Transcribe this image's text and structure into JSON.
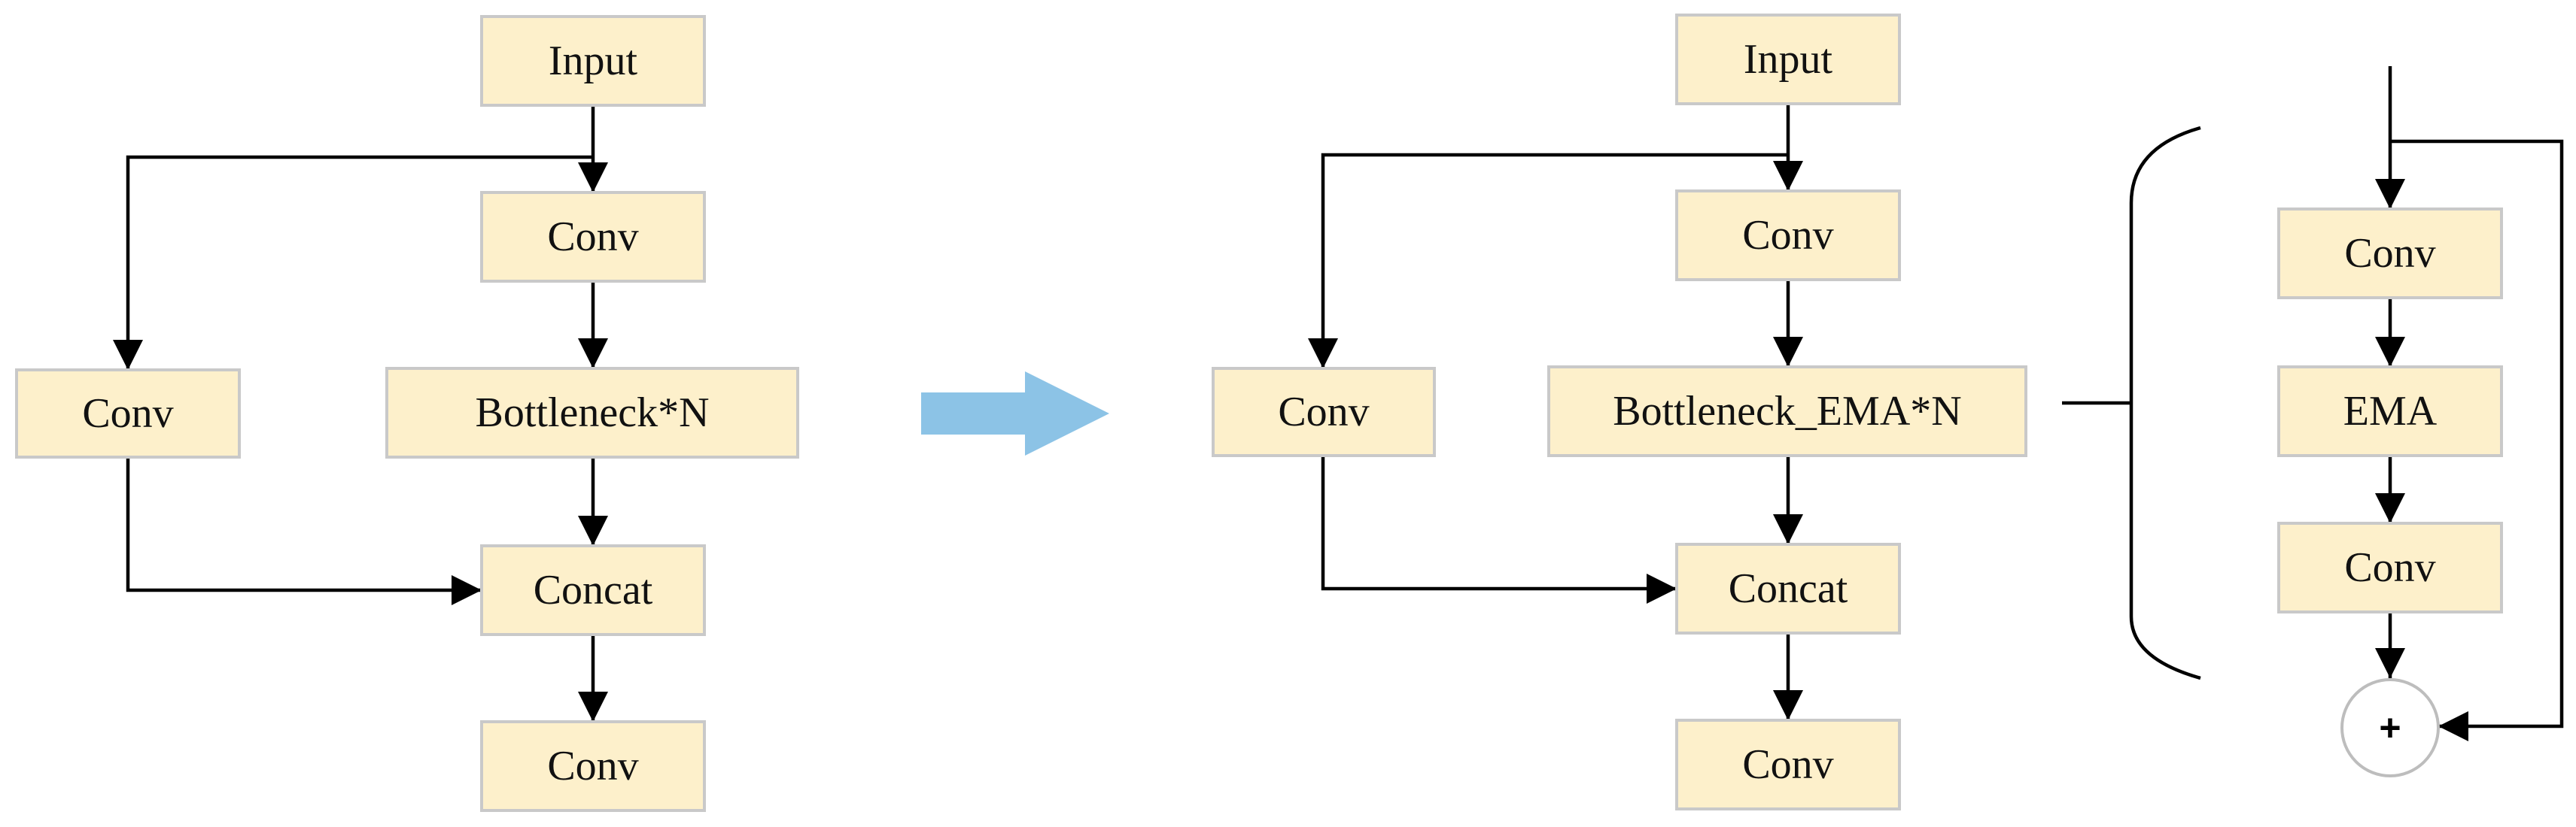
{
  "colors": {
    "box_fill": "#fdf0cb",
    "box_border": "#c9c9c9",
    "line": "#000000",
    "transition_arrow": "#8cc3e6"
  },
  "original": {
    "input": "Input",
    "conv_main": "Conv",
    "conv_side": "Conv",
    "bottleneck": "Bottleneck*N",
    "concat": "Concat",
    "conv_out": "Conv"
  },
  "improved": {
    "input": "Input",
    "conv_main": "Conv",
    "conv_side": "Conv",
    "bottleneck": "Bottleneck_EMA*N",
    "concat": "Concat",
    "conv_out": "Conv"
  },
  "bottleneck_detail": {
    "conv_first": "Conv",
    "ema": "EMA",
    "conv_second": "Conv",
    "add_symbol": "+"
  },
  "icons": {
    "transition": "right-arrow-icon",
    "add_node": "plus-icon"
  }
}
